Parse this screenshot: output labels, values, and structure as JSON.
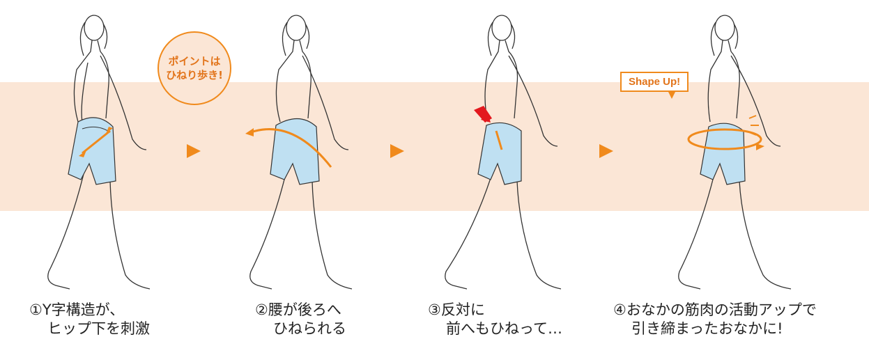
{
  "badge": {
    "line1": "ポイントは",
    "line2": "ひねり歩き!"
  },
  "callout": {
    "text": "Shape Up!"
  },
  "steps": [
    {
      "line1": "①Y字構造が、",
      "line2": "ヒップ下を刺激"
    },
    {
      "line1": "②腰が後ろへ",
      "line2": "ひねられる"
    },
    {
      "line1": "③反対に",
      "line2": "前へもひねって…"
    },
    {
      "line1": "④おなかの筋肉の活動アップで",
      "line2": "引き締まったおなかに!"
    }
  ],
  "colors": {
    "band": "#fbe6d6",
    "accent": "#f08a1c",
    "shorts": "#bfe0f2",
    "red_arrow": "#e3181e"
  }
}
